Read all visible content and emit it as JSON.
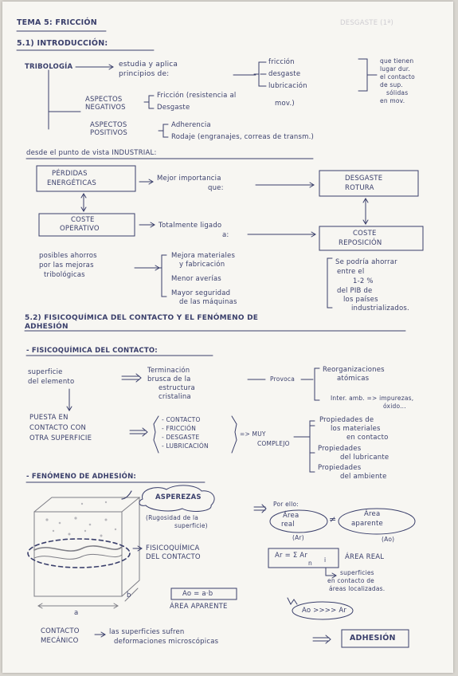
{
  "header": {
    "title": "TEMA 5: FRICCIÓN",
    "faint": "DESGASTE (1ª)"
  },
  "s51": {
    "heading": "5.1) INTRODUCCIÓN:",
    "tribologia": "TRIBOLOGÍA",
    "estudia_1": "estudia y aplica",
    "estudia_2": "principios de:",
    "friccion": "fricción",
    "desgaste": "desgaste",
    "lubricacion": "lubricación",
    "lugar_1": "que tienen",
    "lugar_2": "lugar dur.",
    "lugar_3": "el contacto",
    "lugar_4": "de sup.",
    "lugar_5": "sólidas",
    "lugar_6": "en mov.",
    "neg_1": "ASPECTOS",
    "neg_2": "NEGATIVOS",
    "neg_a1": "Fricción (resistencia al",
    "neg_a2": "mov.)",
    "neg_b": "Desgaste",
    "pos_1": "ASPECTOS",
    "pos_2": "POSITIVOS",
    "pos_a": "Adherencia",
    "pos_b": "Rodaje (engranajes, correas de transm.)",
    "industrial": "desde el punto de vista INDUSTRIAL:",
    "perdidas_1": "PÉRDIDAS",
    "perdidas_2": "ENERGÉTICAS",
    "mejor_1": "Mejor importancia",
    "mejor_2": "que:",
    "desgaste_rot_1": "DESGASTE",
    "desgaste_rot_2": "ROTURA",
    "coste_op_1": "COSTE",
    "coste_op_2": "OPERATIVO",
    "totalmente_1": "Totalmente ligado",
    "totalmente_2": "a:",
    "coste_rep_1": "COSTE",
    "coste_rep_2": "REPOSICIÓN",
    "posibles_1": "posibles ahorros",
    "posibles_2": "por las mejoras",
    "posibles_3": "tribológicas",
    "mejora_1a": "Mejora materiales",
    "mejora_1b": "y fabricación",
    "mejora_2": "Menor averías",
    "mejora_3a": "Mayor seguridad",
    "mejora_3b": "de las máquinas",
    "ahorro_1": "Se podría ahorrar",
    "ahorro_2": "entre el",
    "ahorro_3": "1-2 %",
    "ahorro_4": "del PIB de",
    "ahorro_5": "los países",
    "ahorro_6": "industrializados."
  },
  "s52": {
    "heading_1": "5.2) FISICOQUÍMICA DEL CONTACTO Y EL FENÓMENO DE",
    "heading_2": "ADHESIÓN",
    "sub1": "- FISICOQUÍMICA DEL CONTACTO:",
    "superficie_1": "superficie",
    "superficie_2": "del elemento",
    "terminacion_1": "Terminación",
    "terminacion_2": "brusca de la",
    "terminacion_3": "estructura",
    "terminacion_4": "cristalina",
    "provoca": "Provoca",
    "reorg_1": "Reorganizaciones",
    "reorg_2": "atómicas",
    "inter_1": "Inter. amb. => impurezas,",
    "inter_2": "óxido...",
    "puesta_1": "PUESTA EN",
    "puesta_2": "CONTACTO CON",
    "puesta_3": "OTRA SUPERFICIE",
    "list_1": "- CONTACTO",
    "list_2": "- FRICCIÓN",
    "list_3": "- DESGASTE",
    "list_4": "- LUBRICACIÓN",
    "muy_1": "=> MUY",
    "muy_2": "COMPLEJO",
    "prop_1a": "Propiedades de",
    "prop_1b": "los materiales",
    "prop_1c": "en contacto",
    "prop_2a": "Propiedades",
    "prop_2b": "del lubricante",
    "prop_3a": "Propiedades",
    "prop_3b": "del ambiente",
    "sub2": "- FENÓMENO DE ADHESIÓN:",
    "asperezas": "ASPEREZAS",
    "rugosidad_1": "(Rugosidad de la",
    "rugosidad_2": "superficie)",
    "fisico_1": "FISICOQUÍMICA",
    "fisico_2": "DEL CONTACTO",
    "por_ello": "Por ello:",
    "area_real_1": "Área",
    "area_real_2": "real",
    "neq": "≠",
    "area_ap_1": "Área",
    "area_ap_2": "aparente",
    "ar": "(Ar)",
    "ao": "(Ao)",
    "formula_ar": "Ar = Σ Ar",
    "formula_sub": "i",
    "formula_n": "n",
    "area_real_lbl": "ÁREA REAL",
    "sup_1": "superficies",
    "sup_2": "en contacto de",
    "sup_3": "áreas localizadas.",
    "label_a": "a",
    "label_b": "b",
    "formula_ao": "Ao = a·b",
    "area_aparente": "ÁREA APARENTE",
    "ao_ar": "Ao >>>> Ar",
    "contacto_1": "CONTACTO",
    "contacto_2": "MECÁNICO",
    "last_1": "las superficies sufren",
    "last_2": "deformaciones microscópicas",
    "adhesion": "ADHESIÓN"
  },
  "colors": {
    "ink": "#3a3f6b",
    "paper": "#f7f6f2",
    "pencil": "#8a8a8a"
  }
}
